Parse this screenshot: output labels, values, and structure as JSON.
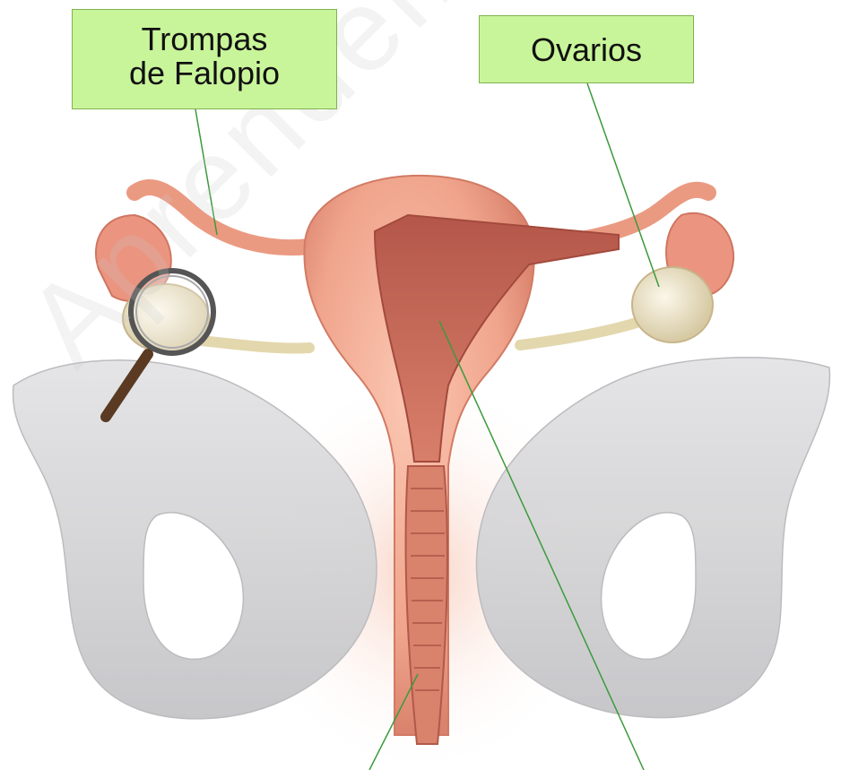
{
  "labels": {
    "fallopian_tubes_line1": "Trompas",
    "fallopian_tubes_line2": "de Falopio",
    "ovaries": "Ovarios"
  },
  "watermark": "Aprendemosjuntos.es",
  "icons": {
    "magnifier": "magnifying-glass-icon"
  },
  "colors": {
    "label_fill": "#c9f59a",
    "label_border": "#7fb24f",
    "leader_line": "#3c9a3c",
    "uterus": "#f0a48c",
    "uterus_dark": "#c96a58",
    "pelvis_bone": "#d4d4d6",
    "ovary": "#ece3c8"
  }
}
